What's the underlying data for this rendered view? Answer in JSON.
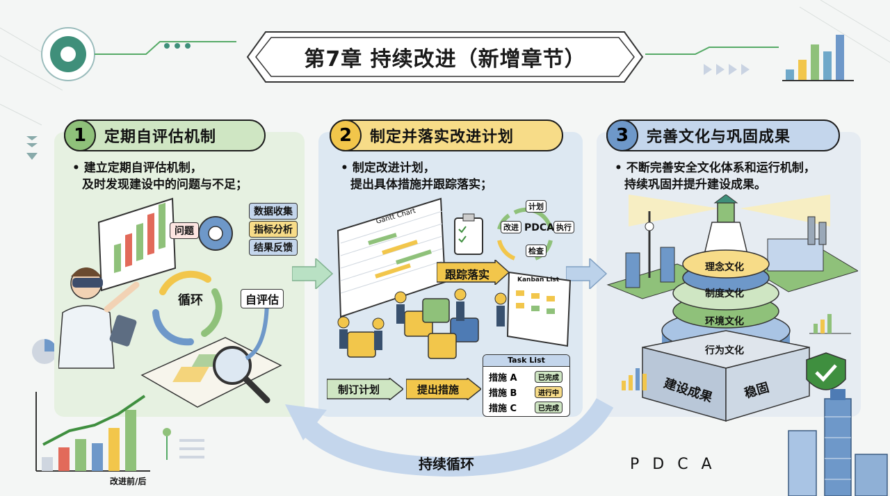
{
  "title": "第7章 持续改进（新增章节）",
  "colors": {
    "green": "#8fc17a",
    "yellow": "#f2c64b",
    "blue": "#6e98c9",
    "dark": "#1d1d1d"
  },
  "section1": {
    "number": "1",
    "title": "定期自评估机制",
    "bullet_line1": "• 建立定期自评估机制，",
    "bullet_line2": "及时发现建设中的问题与不足；",
    "label_problem": "问题",
    "tags": [
      "数据收集",
      "指标分析",
      "结果反馈"
    ],
    "cycle_label": "循环",
    "self_eval_label": "自评估",
    "chart_caption": "改进前/后"
  },
  "section2": {
    "number": "2",
    "title": "制定并落实改进计划",
    "bullet_line1": "• 制定改进计划，",
    "bullet_line2": "提出具体措施并跟踪落实；",
    "gantt_title": "Gantt Chart",
    "pdca_center": "PDCA",
    "pdca_steps": [
      "计划",
      "执行",
      "检查",
      "改进"
    ],
    "track_label": "跟踪落实",
    "kanban_title": "Kanban List",
    "arrow_plan": "制订计划",
    "arrow_measure": "提出措施",
    "task_list_title": "Task List",
    "tasks": [
      {
        "name": "措施 A",
        "status": "已完成"
      },
      {
        "name": "措施 B",
        "status": "进行中"
      },
      {
        "name": "措施 C",
        "status": "已完成"
      }
    ]
  },
  "section3": {
    "number": "3",
    "title": "完善文化与巩固成果",
    "bullet_line1": "• 不断完善安全文化体系和运行机制，",
    "bullet_line2": "持续巩固并提升建设成果。",
    "layers": [
      "理念文化",
      "制度文化",
      "环境文化",
      "行为文化"
    ],
    "base_left": "建设成果",
    "base_right": "稳固"
  },
  "footer": {
    "cycle_label": "持续循环",
    "pdca_label": "P D C A"
  }
}
